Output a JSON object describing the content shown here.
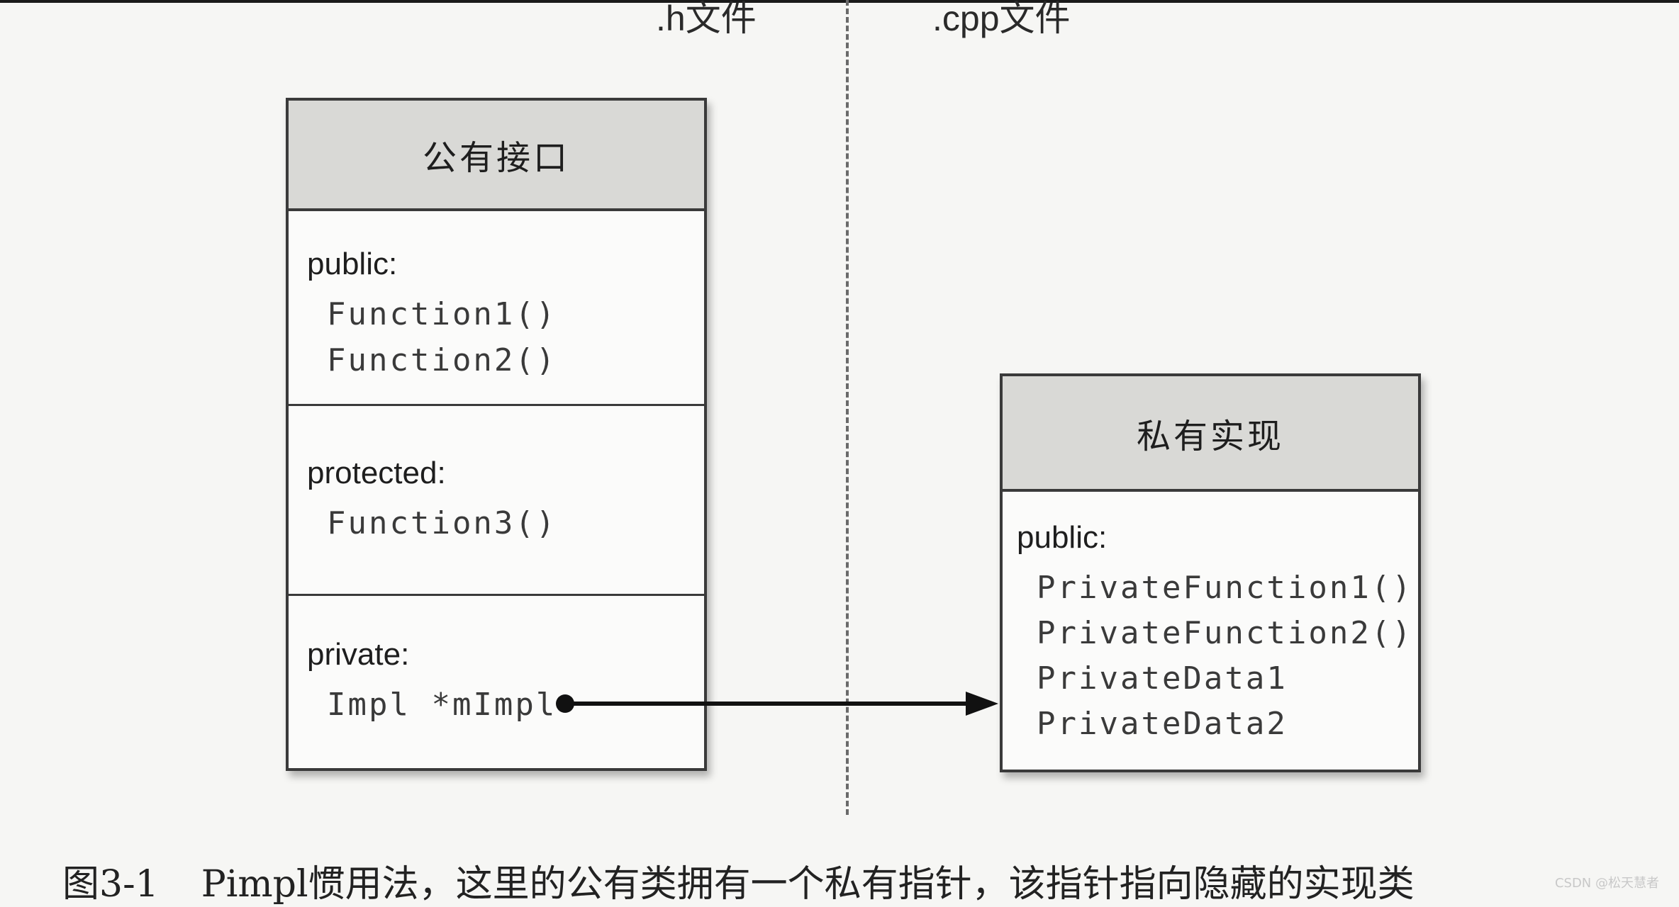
{
  "columns": {
    "left_label": ".h文件",
    "right_label": ".cpp文件"
  },
  "public_class": {
    "title": "公有接口",
    "sections": [
      {
        "access": "public:",
        "members": [
          "Function1()",
          "Function2()"
        ]
      },
      {
        "access": "protected:",
        "members": [
          "Function3()"
        ]
      },
      {
        "access": "private:",
        "members": [
          "Impl *mImpl"
        ]
      }
    ]
  },
  "private_class": {
    "title": "私有实现",
    "sections": [
      {
        "access": "public:",
        "members": [
          "PrivateFunction1()",
          "PrivateFunction2()",
          "PrivateData1",
          "PrivateData2"
        ]
      }
    ]
  },
  "caption": {
    "figure_number": "图3-1",
    "text": "Pimpl惯用法，这里的公有类拥有一个私有指针，该指针指向隐藏的实现类"
  },
  "watermark": "CSDN @松天慧者"
}
